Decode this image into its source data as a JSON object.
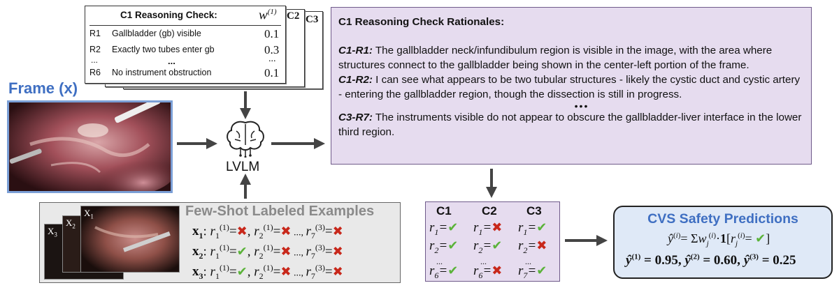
{
  "checks": {
    "header": "C1 Reasoning Check:",
    "weight_label": "w",
    "weight_sup": "(1)",
    "tabs": [
      "C2",
      "C3"
    ],
    "rows": [
      {
        "id": "R1",
        "text": "Gallbladder (gb) visible",
        "weight": "0.1"
      },
      {
        "id": "R2",
        "text": "Exactly two tubes enter gb",
        "weight": "0.3"
      },
      {
        "id": "...",
        "text": "...",
        "weight": "..."
      },
      {
        "id": "R6",
        "text": "No instrument obstruction",
        "weight": "0.1"
      }
    ]
  },
  "frame": {
    "label": "Frame (x)"
  },
  "model": {
    "label": "LVLM"
  },
  "rationales": {
    "heading": "C1 Reasoning Check Rationales:",
    "items": [
      {
        "id": "C1-R1:",
        "text": " The gallbladder neck/infundibulum region is visible in the image, with the area where structures connect to the  gallbladder being shown in the center-left portion of the frame."
      },
      {
        "id": "C1-R2:",
        "text": " I can see what appears to be two tubular structures - likely the cystic duct and cystic artery - entering the gallbladder region, though the dissection is still in progress."
      },
      {
        "id": "C3-R7:",
        "text": " The instruments visible do not appear to obscure the gallbladder-liver interface in the lower third region."
      }
    ],
    "ellipsis": "•••"
  },
  "fewshot": {
    "title": "Few-Shot Labeled Examples",
    "thumb_labels": [
      "X",
      "X",
      "X"
    ],
    "thumb_subs": [
      "3",
      "2",
      "1"
    ],
    "examples": [
      {
        "x": "x",
        "sub": "1",
        "marks": [
          "bad",
          "bad",
          "bad"
        ]
      },
      {
        "x": "x",
        "sub": "2",
        "marks": [
          "ok",
          "bad",
          "bad"
        ]
      },
      {
        "x": "x",
        "sub": "3",
        "marks": [
          "ok",
          "bad",
          "bad"
        ]
      }
    ],
    "dots": "...,"
  },
  "results": {
    "headers": [
      "C1",
      "C2",
      "C3"
    ],
    "rows": [
      [
        {
          "r": "r",
          "s": "1",
          "m": "ok"
        },
        {
          "r": "r",
          "s": "1",
          "m": "bad"
        },
        {
          "r": "r",
          "s": "1",
          "m": "ok"
        }
      ],
      [
        {
          "r": "r",
          "s": "2",
          "m": "ok"
        },
        {
          "r": "r",
          "s": "2",
          "m": "ok"
        },
        {
          "r": "r",
          "s": "2",
          "m": "bad"
        }
      ],
      [
        {
          "r": "r",
          "s": "6",
          "m": "ok"
        },
        {
          "r": "r",
          "s": "6",
          "m": "bad"
        },
        {
          "r": "r",
          "s": "7",
          "m": "ok"
        }
      ]
    ],
    "dots": "..."
  },
  "predictions": {
    "title": "CVS Safety Predictions",
    "values": [
      {
        "sup": "(1)",
        "val": "0.95"
      },
      {
        "sup": "(2)",
        "val": "0.60"
      },
      {
        "sup": "(3)",
        "val": "0.25"
      }
    ]
  },
  "colors": {
    "check_green": "#5bb33a",
    "cross_red": "#c8281b",
    "frame_blue": "#3f6fc2",
    "purple_fill": "#e6dcef",
    "blue_fill": "#dfe9f7"
  }
}
